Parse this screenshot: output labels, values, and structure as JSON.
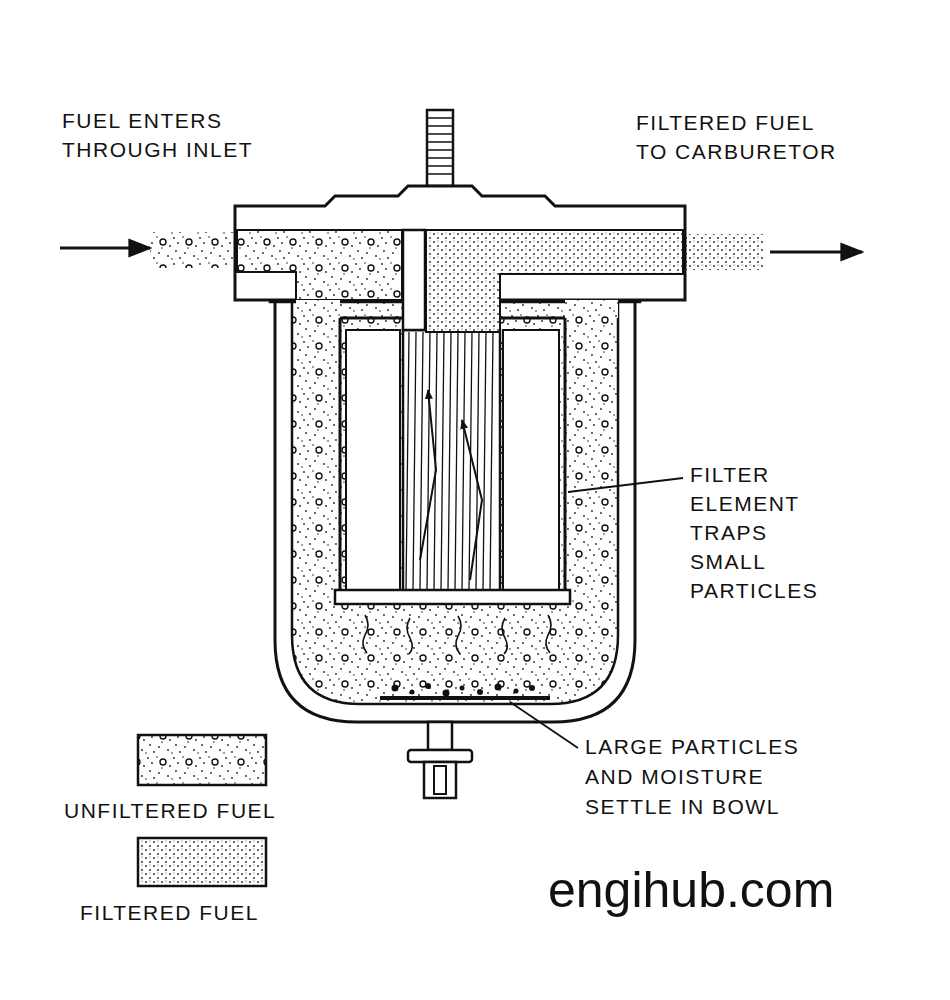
{
  "diagram": {
    "labels": [
      "FUEL ENTERS THROUGH INLET",
      "FILTERED FUEL TO CARBURETOR",
      "FILTER ELEMENT TRAPS SMALL PARTICLES",
      "LARGE PARTICLES AND MOISTURE SETTLE IN BOWL",
      "engihub.com"
    ],
    "legend": [
      {
        "text": "UNFILTERED FUEL"
      },
      {
        "text": "FILTERED FUEL"
      }
    ]
  }
}
